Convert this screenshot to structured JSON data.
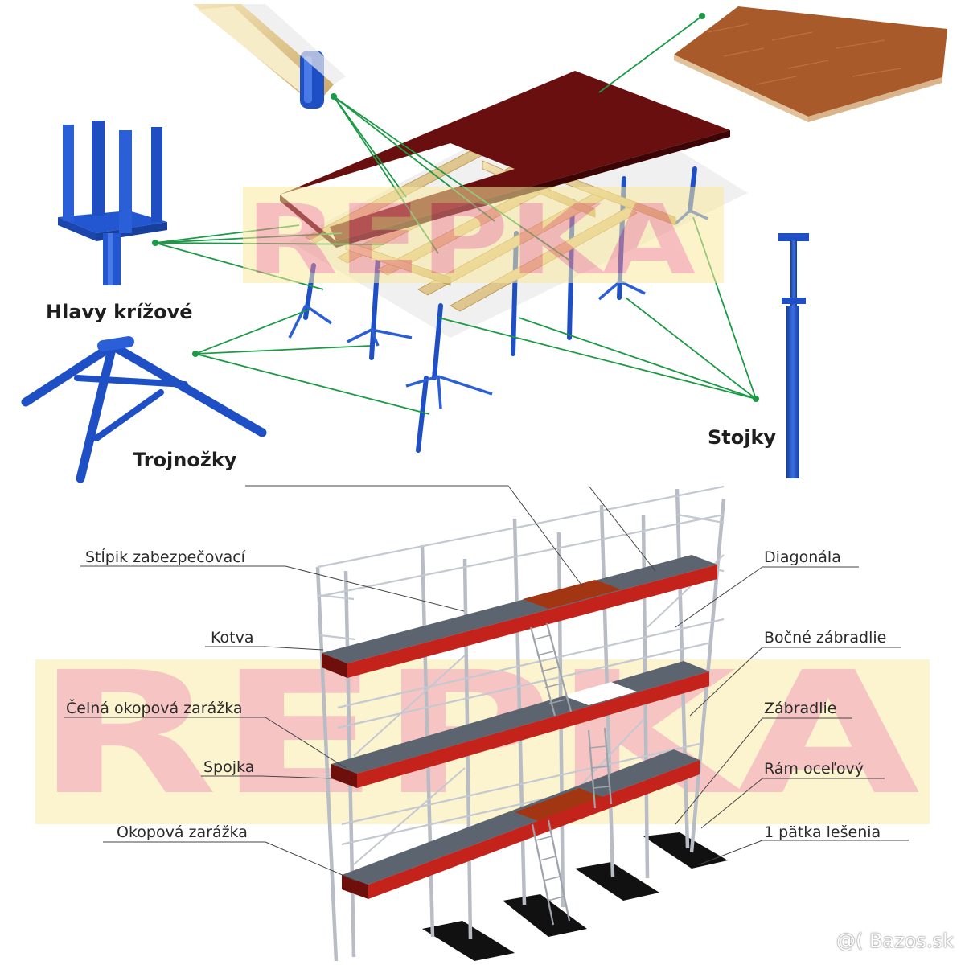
{
  "top_section": {
    "labels": {
      "heads": "Hlavy krížové",
      "tripods": "Trojnožky",
      "props": "Stojky"
    }
  },
  "scaffold_section": {
    "labels": {
      "safety_post": "Stĺpik zabezpečovací",
      "anchor": "Kotva",
      "front_toeboard": "Čelná okopová zarážka",
      "coupler": "Spojka",
      "toeboard": "Okopová zarážka",
      "diagonal": "Diagonála",
      "side_railing": "Bočné zábradlie",
      "railing": "Zábradlie",
      "steel_frame": "Rám oceľový",
      "base_plate": "1 pätka lešenia"
    }
  },
  "watermark": {
    "logo_text": "REPKA",
    "site_text": "Bazos.sk"
  },
  "colors": {
    "blue_steel": "#1f4fc4",
    "deck_red": "#6a0f0f",
    "plywood": "#a85a2a",
    "beam_wood": "#e2c98a",
    "leader_green": "#1b9a45",
    "scaffold_red": "#c4231c",
    "platform_grey": "#5c6470",
    "watermark_red": "#f08a8a",
    "watermark_yellow": "#fbeaa0"
  }
}
